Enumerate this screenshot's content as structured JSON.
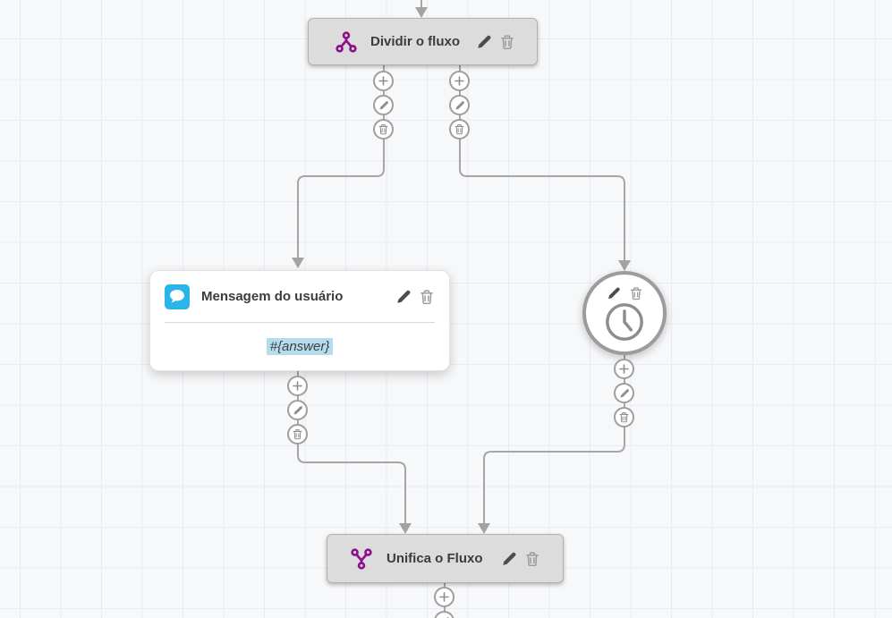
{
  "canvas": {
    "background": "#f7f8f9",
    "grid_line_color": "#e9ebf2"
  },
  "colors": {
    "node_bar_fill": "#dcdcdc",
    "node_bar_border": "#b2b2b2",
    "brand_purple": "#8e0f8e",
    "message_blue": "#29b5e8",
    "variable_highlight": "#b5dcec",
    "connector_gray": "#a6a6a6"
  },
  "nodes": {
    "split": {
      "title": "Dividir o fluxo",
      "icon": "split-flow-icon",
      "actions": [
        "edit-icon",
        "delete-icon"
      ]
    },
    "message": {
      "title": "Mensagem do usuário",
      "icon": "chat-bubble-icon",
      "body_variable": "#{answer}",
      "actions": [
        "edit-icon",
        "delete-icon"
      ]
    },
    "wait": {
      "icon": "clock-icon",
      "actions": [
        "edit-icon",
        "delete-icon"
      ]
    },
    "merge": {
      "title": "Unifica o Fluxo",
      "icon": "merge-flow-icon",
      "actions": [
        "edit-icon",
        "delete-icon"
      ]
    }
  },
  "connector_buttons": [
    "add-icon",
    "edit-icon",
    "delete-icon"
  ]
}
